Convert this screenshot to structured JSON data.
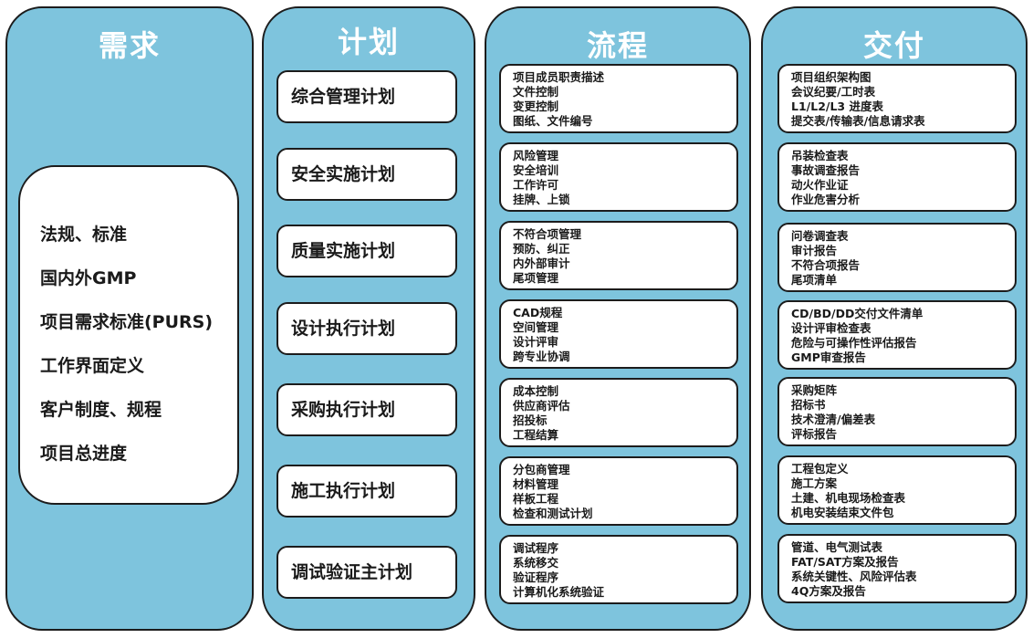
{
  "columns": {
    "requirements": {
      "title": "需求",
      "items": [
        "法规、标准",
        "国内外GMP",
        "项目需求标准(PURS)",
        "工作界面定义",
        "客户制度、规程",
        "项目总进度"
      ]
    },
    "plan": {
      "title": "计划",
      "items": [
        "综合管理计划",
        "安全实施计划",
        "质量实施计划",
        "设计执行计划",
        "采购执行计划",
        "施工执行计划",
        "调试验证主计划"
      ]
    },
    "process": {
      "title": "流程",
      "boxes": [
        [
          "项目成员职责描述",
          "文件控制",
          "变更控制",
          "图纸、文件编号"
        ],
        [
          "风险管理",
          "安全培训",
          "工作许可",
          "挂牌、上锁"
        ],
        [
          "不符合项管理",
          "预防、纠正",
          "内外部审计",
          "尾项管理"
        ],
        [
          "CAD规程",
          "空间管理",
          "设计评审",
          "跨专业协调"
        ],
        [
          "成本控制",
          "供应商评估",
          "招投标",
          "工程结算"
        ],
        [
          "分包商管理",
          "材料管理",
          "样板工程",
          "检查和测试计划"
        ],
        [
          "调试程序",
          "系统移交",
          "验证程序",
          "计算机化系统验证"
        ]
      ]
    },
    "delivery": {
      "title": "交付",
      "boxes": [
        [
          "项目组织架构图",
          "会议纪要/工时表",
          "L1/L2/L3 进度表",
          "提交表/传输表/信息请求表"
        ],
        [
          "吊装检查表",
          "事故调查报告",
          "动火作业证",
          "作业危害分析"
        ],
        [
          "问卷调查表",
          "审计报告",
          "不符合项报告",
          "尾项清单"
        ],
        [
          "CD/BD/DD交付文件清单",
          "设计评审检查表",
          "危险与可操作性评估报告",
          "GMP审查报告"
        ],
        [
          "采购矩阵",
          "招标书",
          "技术澄清/偏差表",
          "评标报告"
        ],
        [
          "工程包定义",
          "施工方案",
          "土建、机电现场检查表",
          "机电安装结束文件包"
        ],
        [
          "管道、电气测试表",
          "FAT/SAT方案及报告",
          "系统关键性、风险评估表",
          "4Q方案及报告"
        ]
      ]
    }
  }
}
